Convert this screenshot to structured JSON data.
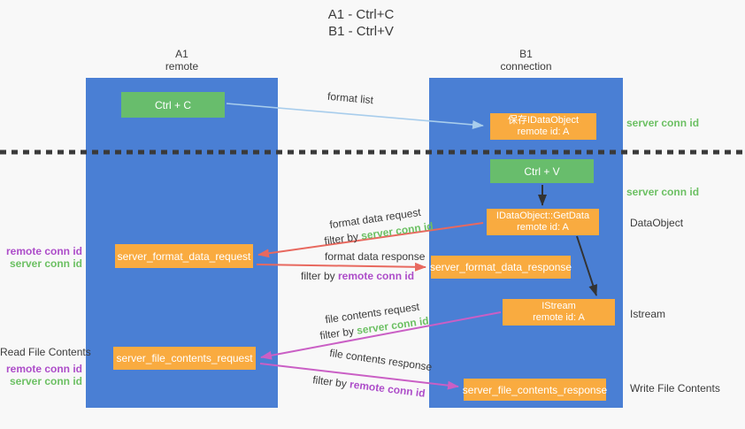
{
  "title": {
    "line1": "A1 - Ctrl+C",
    "line2": "B1 - Ctrl+V"
  },
  "lanes": {
    "left": {
      "name": "A1",
      "subtitle": "remote"
    },
    "right": {
      "name": "B1",
      "subtitle": "connection"
    }
  },
  "nodes": {
    "ctrl_c": {
      "label": "Ctrl + C"
    },
    "save_dataobject": {
      "line1": "保存IDataObject",
      "line2": "remote id: A"
    },
    "ctrl_v": {
      "label": "Ctrl + V"
    },
    "getdata": {
      "line1": "IDataObject::GetData",
      "line2": "remote id: A"
    },
    "format_request": {
      "label": "server_format_data_request"
    },
    "format_response": {
      "label": "server_format_data_response"
    },
    "istream": {
      "line1": "IStream",
      "line2": "remote id: A"
    },
    "file_request": {
      "label": "server_file_contents_request"
    },
    "file_response": {
      "label": "server_file_contents_response"
    }
  },
  "edge_labels": {
    "format_list": "format list",
    "format_data_request": "format data request",
    "format_data_response": "format data response",
    "file_contents_request": "file contents request",
    "file_contents_response": "file contents response",
    "filter_by": "filter by ",
    "server_conn_id": "server conn id",
    "remote_conn_id": "remote conn id"
  },
  "annotations": {
    "right": {
      "server_conn_id_top": "server conn id",
      "server_conn_id_mid": "server conn id",
      "dataobject": "DataObject",
      "istream": "Istream",
      "write_file_contents": "Write File Contents"
    },
    "left": {
      "remote_conn_id_format": "remote conn id",
      "server_conn_id_format": "server conn id",
      "read_file_contents": "Read File Contents",
      "remote_conn_id_file": "remote conn id",
      "server_conn_id_file": "server conn id"
    }
  },
  "colors": {
    "background": "#f8f8f8",
    "lane_blue": "#4a7fd4",
    "box_green": "#68bd6c",
    "box_orange": "#f9ab40",
    "arrow_lightblue": "#a8cdec",
    "arrow_black": "#333333",
    "arrow_red": "#e8695f",
    "arrow_magenta": "#ca5fc5",
    "text_green": "#6cc063",
    "text_purple": "#ad4dc9",
    "text_dark": "#3b3b3b",
    "separator": "#3a3a3a"
  }
}
